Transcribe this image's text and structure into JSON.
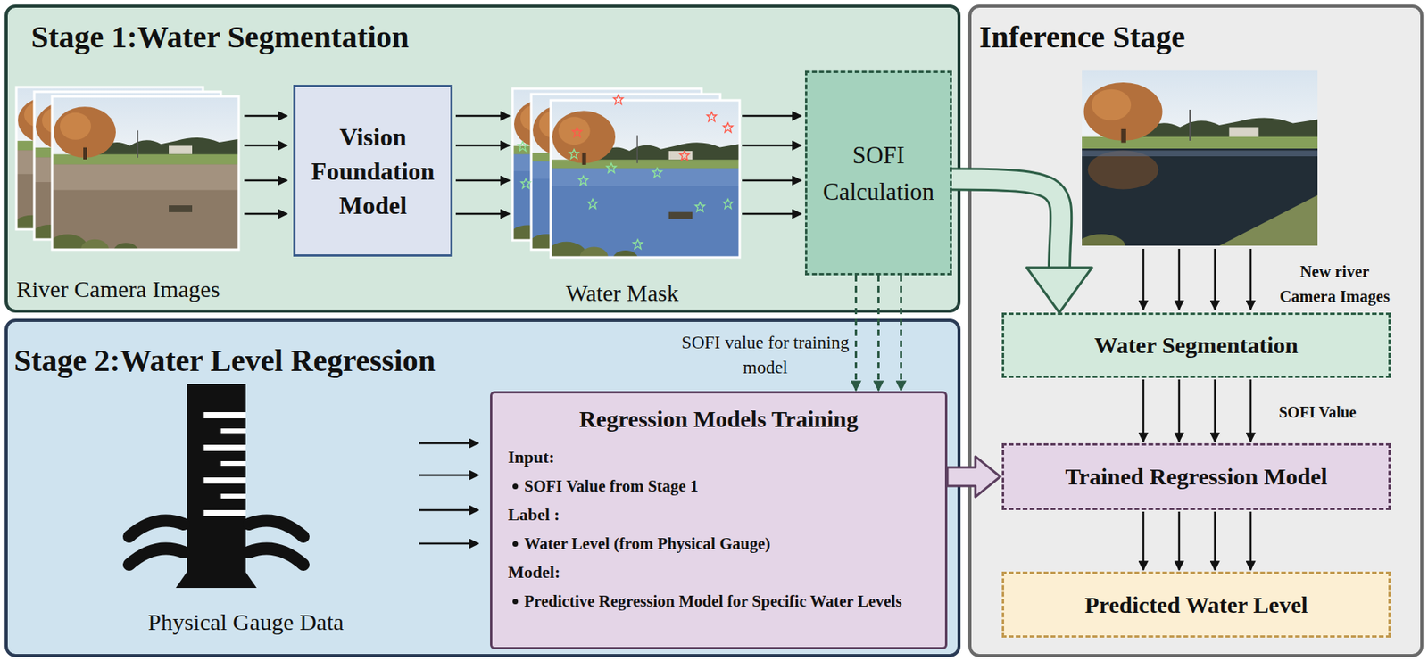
{
  "diagram": {
    "nodes": [
      {
        "text": [
          "Stage 1:Water Segmentation"
        ]
      },
      {
        "text": [
          "Vision Foundation Model"
        ],
        "in": 0
      },
      {
        "text": [
          "SOFI Calculation"
        ],
        "in": 0
      },
      {
        "text": [
          "Stage 2:Water Level Regression"
        ]
      },
      {
        "text": [
          "Regression Models Training",
          "Input:",
          "SOFI Value from Stage 1",
          "Label :",
          "Water Level (from Physical Gauge)",
          "Model:",
          "Predictive Regression Model for Specific Water Levels"
        ],
        "in": 3
      },
      {
        "text": [
          "Inference Stage"
        ]
      },
      {
        "text": [
          "Water Segmentation"
        ],
        "in": 5
      },
      {
        "text": [
          "Trained Regression Model"
        ],
        "in": 5
      },
      {
        "text": [
          "Predicted Water Level"
        ],
        "in": 5
      }
    ],
    "edges": [
      {
        "from": 2,
        "to": 4,
        "arrow": "to",
        "label": "SOFI value for training model"
      },
      {
        "from": 2,
        "to": 6,
        "arrow": "to"
      },
      {
        "from": 4,
        "to": 7,
        "arrow": "to"
      },
      {
        "from": 6,
        "to": 7,
        "arrow": "to",
        "label": "SOFI Value"
      },
      {
        "from": 7,
        "to": 8,
        "arrow": "to"
      }
    ],
    "labels": [
      "River Camera Images",
      "Water Mask",
      "Physical Gauge Data",
      "New river Camera Images"
    ]
  }
}
